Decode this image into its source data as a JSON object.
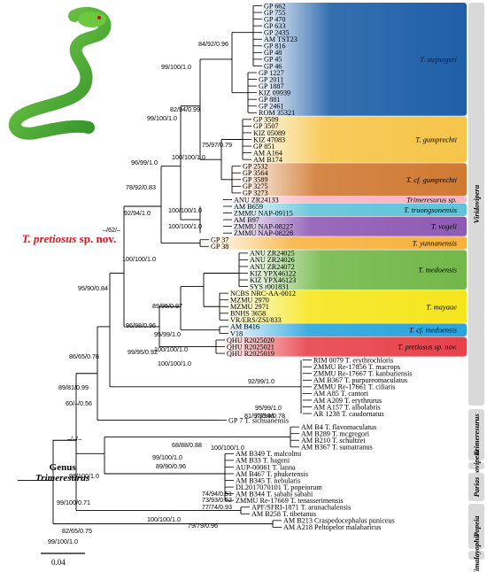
{
  "figure": {
    "new_species_label": {
      "name": "T. pretiosus",
      "suffix": " sp. nov."
    },
    "genus_label": {
      "line1": "Genus",
      "line2": "Trimeresurus"
    },
    "scale_bar": "0.04",
    "subgenera": [
      "Viridovipera",
      "Trimeresurus",
      "Sinovipera",
      "Parias",
      "Popeia",
      "Himalayophis"
    ],
    "clades": [
      {
        "label": "T. stejnegeri",
        "color": "#1f5fa8"
      },
      {
        "label": "T. gumprechti",
        "color": "#f6c54a"
      },
      {
        "label": "T. cf. gumprechti",
        "color": "#d07a33"
      },
      {
        "label": "Trimeresurus sp.",
        "color": "#f6b7c3"
      },
      {
        "label": "T. truongsonensis",
        "color": "#5fc3d8"
      },
      {
        "label": "T. vogeli",
        "color": "#8e5bb3"
      },
      {
        "label": "T. yunnanensis",
        "color": "#f7b23e"
      },
      {
        "label": "T. medoensis",
        "color": "#73b84a"
      },
      {
        "label": "T. mayaae",
        "color": "#f5e61e"
      },
      {
        "label": "T. cf. medoensis",
        "color": "#2aa4dd"
      },
      {
        "label": "T. pretiosus sp. nov.",
        "color": "#e8424b"
      }
    ],
    "tips": [
      "GP 662",
      "GP 755",
      "GP 470",
      "GP 633",
      "GP 2435",
      "AM TST23",
      "GP 816",
      "GP 48",
      "GP 45",
      "GP 46",
      "GP 1227",
      "GP 2011",
      "GP 1887",
      "KIZ 09939",
      "GP 881",
      "GP 2461",
      "ROM 35321",
      "GP 3509",
      "GP 3507",
      "KIZ 05089",
      "KIZ 47083",
      "GP 851",
      "AM A164",
      "AM B174",
      "GP 2532",
      "GP 3564",
      "GP 3589",
      "GP 3275",
      "GP 3273",
      "ANU ZR24133",
      "AM B659",
      "ZMMU NAP-09115",
      "AM B97",
      "ZMMU NAP-08227",
      "ZMMU NAP-08228",
      "GP 37",
      "GP 38",
      "ANU ZR24025",
      "ANU ZR24026",
      "ANU ZR24072",
      "KIZ YPX46122",
      "KIZ YPX46123",
      "SYS r001831",
      "NCBS NRC-AA-0012",
      "MZMU 2970",
      "MZMU 2971",
      "BNHS 3658",
      "VR/ERS/ZSI/833",
      "AM B416",
      "V18",
      "QHU R2025020",
      "QHU R2025021",
      "QHU R2025019",
      "RIM 0079 T. erythrochloris",
      "ZMMU Re-17856 T. macrops",
      "ZMMU Re-17667 T. kanburiensis",
      "AM B367 T. purpureomaculatus",
      "ZMMU Re-17661 T. ciliaris",
      "AM A85 T. cantori",
      "AM A209 T. erythrurus",
      "AM A157 T. albolabris",
      "AR 1238 T. caudornatus",
      "GP 7 T. sichuanensis",
      "AM B4 T. flavomaculatus",
      "AM B289 T. mcgregori",
      "AM B210 T. schultzei",
      "AM B367 T. sumatranus",
      "AM B349 T. malcolmi",
      "AM B33 T. hageni",
      "AUP-00061 T. lanna",
      "AM B467 T. phuketensis",
      "AM B345 T. nebularis",
      "DL2017070101 T. popeiorum",
      "AM B344 T. sabahi sabahi",
      "ZMMU Re-17669 T. tenasserimensis",
      "APF/SFRI-1871 T. arunachalensis",
      "AM B258 T. tibetanus",
      "AM B213 Craspedocephalus puniceus",
      "AM A218 Peltopelor malabaricus"
    ],
    "supports": [
      "84/92/0.96",
      "99/100/1.0",
      "82/94/0.99",
      "99/100/1.0",
      "75/97/0.79",
      "100/100/1.0",
      "96/99/1.0",
      "78/92/0.83",
      "100/100/1.0",
      "92/94/1.0",
      "100/100/1.0",
      "–/62/–",
      "100/100/1.0",
      "95/90/0.84",
      "89/95/0.97",
      "96/98/0.96",
      "95/99/1.0",
      "100/100/1.0",
      "99/95/0.92",
      "100/100/1.0",
      "86/65/0.76",
      "89/81/0.99",
      "92/99/1.0",
      "60/–/0.56",
      "95/99/1.0",
      "73/94/0.78",
      "81/97/0.96",
      "–/–/–",
      "68/88/0.88",
      "100/100/1.0",
      "99/100/1.0",
      "89/90/0.96",
      "98/100/1.0",
      "74/94/0.51",
      "73/93/0.52",
      "77/74/0.93",
      "100/100/1.0",
      "79/79/0.96",
      "99/100/0.71",
      "82/65/0.75",
      "99/100/1.0"
    ]
  }
}
